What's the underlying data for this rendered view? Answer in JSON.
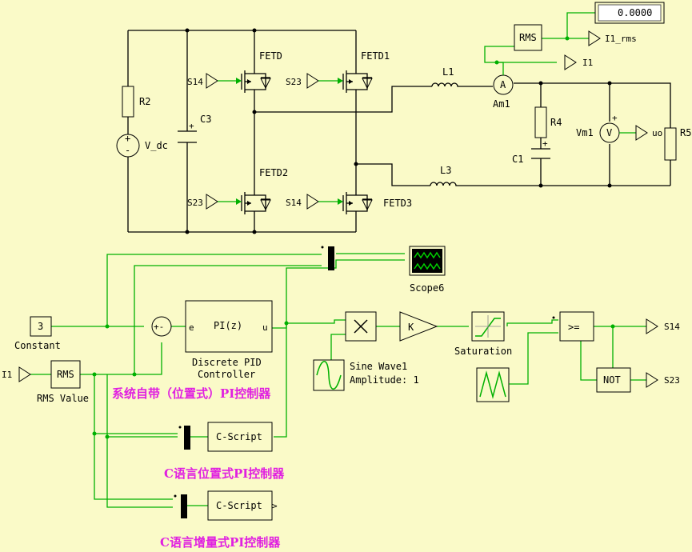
{
  "title": "",
  "display": {
    "value": "0.0000"
  },
  "power": {
    "r2": "R2",
    "vdc": "V_dc",
    "c3": "C3",
    "fetd": "FETD",
    "fetd1": "FETD1",
    "fetd2": "FETD2",
    "fetd3": "FETD3",
    "s14a": "S14",
    "s23a": "S23",
    "s23b": "S23",
    "s14b": "S14",
    "l1": "L1",
    "l3": "L3",
    "am1": "Am1",
    "am_glyph": "A",
    "r4": "R4",
    "c1": "C1",
    "vm1": "Vm1",
    "vm_glyph": "V",
    "uo": "uo",
    "r5": "R5",
    "rms_top": "RMS",
    "i1_rms": "I1_rms",
    "i1_out": "I1"
  },
  "control": {
    "constant_value": "3",
    "constant_label": "Constant",
    "i1_in": "I1",
    "rms": "RMS",
    "rms_label": "RMS Value",
    "sum_signs": "+-",
    "pi_text": "PI(z)",
    "pi_in": "e",
    "pi_out": "u",
    "pi_label1": "Discrete PID",
    "pi_label2": "Controller",
    "scope_label": "Scope6",
    "sine_label1": "Sine Wave1",
    "sine_label2": "Amplitude: 1",
    "gain": "K",
    "sat_label": "Saturation",
    "cmp": ">=",
    "not": "NOT",
    "s14_out": "S14",
    "s23_out": "S23",
    "cscript1": "C-Script",
    "cscript2": "C-Script"
  },
  "annotations": {
    "builtin_pi": "系统自带（位置式）PI控制器",
    "c_position_pi": "C语言位置式PI控制器",
    "c_incremental_pi": "C语言增量式PI控制器"
  },
  "colors": {
    "background": "#fafac8",
    "signal": "#00b000",
    "annotation": "#e020e0"
  }
}
